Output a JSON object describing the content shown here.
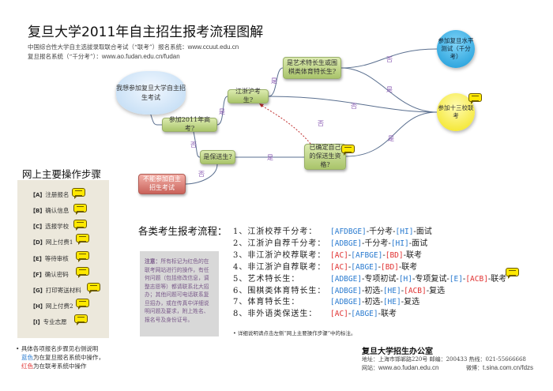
{
  "header": {
    "title": "复旦大学2011年自主招生报考流程图解",
    "line1_text": "中国综合性大学自主选拔录取联合考试（“联考”）报名系统：",
    "line1_url": "www.ccuut.edu.cn",
    "line2_text": "复旦报名系统（“千分考”）：",
    "line2_url": "www.ao.fudan.edu.cn/fudan"
  },
  "diagram": {
    "start": "我想参加复旦大学自主招生考试",
    "gaokao": "参加2011年高考?",
    "jzh": "江浙沪考生?",
    "art": "是艺术特长生或围棋类体育特长生?",
    "baosong": "是保送生?",
    "confirm": "已确定自己的保送生资格?",
    "cannot": "不能参加自主招生考试",
    "qianfen": "参加复旦水平测试（千分考）",
    "liankao": "参加十三校联考",
    "yes": "是",
    "no": "否"
  },
  "steps": {
    "title": "网上主要操作步骤",
    "items": [
      {
        "key": "【A】",
        "label": "注册报名"
      },
      {
        "key": "【B】",
        "label": "确认信息"
      },
      {
        "key": "【C】",
        "label": "选报学校"
      },
      {
        "key": "【D】",
        "label": "网上付费1"
      },
      {
        "key": "【E】",
        "label": "等待审核"
      },
      {
        "key": "【F】",
        "label": "确认密码"
      },
      {
        "key": "【G】",
        "label": "打印寄送材料"
      },
      {
        "key": "【H】",
        "label": "网上付费2"
      },
      {
        "key": "【I】",
        "label": "专业志愿"
      }
    ],
    "note1": "具体各项报名步骤见右侧说明",
    "note2_blue": "蓝色",
    "note2_rest": "为在复旦报名系统中操作，",
    "note3_red": "红色",
    "note3_rest": "为在联考系统中操作"
  },
  "flows": {
    "title": "各类考生报考流程：",
    "rows": [
      {
        "name": "1、江浙校荐千分考：",
        "parts": [
          [
            "b",
            "[AFDBGE]"
          ],
          [
            "t",
            "-千分考-"
          ],
          [
            "b",
            "[HI]"
          ],
          [
            "t",
            "-面试"
          ]
        ]
      },
      {
        "name": "2、江浙沪自荐千分考：",
        "parts": [
          [
            "b",
            "[ADBGE]"
          ],
          [
            "t",
            "-千分考-"
          ],
          [
            "b",
            "[HI]"
          ],
          [
            "t",
            "-面试"
          ]
        ]
      },
      {
        "name": "3、非江浙沪校荐联考：",
        "parts": [
          [
            "r",
            "[AC]"
          ],
          [
            "t",
            "-"
          ],
          [
            "b",
            "[AFBGE]"
          ],
          [
            "t",
            "-"
          ],
          [
            "r",
            "[BD]"
          ],
          [
            "t",
            "-联考"
          ]
        ]
      },
      {
        "name": "4、非江浙沪自荐联考：",
        "parts": [
          [
            "r",
            "[AC]"
          ],
          [
            "t",
            "-"
          ],
          [
            "b",
            "[ABGE]"
          ],
          [
            "t",
            "-"
          ],
          [
            "r",
            "[BD]"
          ],
          [
            "t",
            "-联考"
          ]
        ]
      },
      {
        "name": "5、艺术特长生：",
        "parts": [
          [
            "b",
            "[ADBGE]"
          ],
          [
            "t",
            "-专项初试-"
          ],
          [
            "b",
            "[H]"
          ],
          [
            "t",
            "-专项复试-"
          ],
          [
            "b",
            "[E]"
          ],
          [
            "t",
            "-"
          ],
          [
            "r",
            "[ACB]"
          ],
          [
            "t",
            "-联考"
          ]
        ]
      },
      {
        "name": "6、围棋类体育特长生：",
        "parts": [
          [
            "b",
            "[ADBGE]"
          ],
          [
            "t",
            "-初选-"
          ],
          [
            "b",
            "[HE]"
          ],
          [
            "t",
            "-"
          ],
          [
            "r",
            "[ACB]"
          ],
          [
            "t",
            "-复选"
          ]
        ]
      },
      {
        "name": "7、体育特长生：",
        "parts": [
          [
            "b",
            "[ADBGE]"
          ],
          [
            "t",
            "-初选-"
          ],
          [
            "b",
            "[HE]"
          ],
          [
            "t",
            "-复选"
          ]
        ]
      },
      {
        "name": "8、非外语类保送生：",
        "parts": [
          [
            "r",
            "[AC]"
          ],
          [
            "t",
            "-"
          ],
          [
            "b",
            "[ABGE]"
          ],
          [
            "t",
            "-联考"
          ]
        ]
      }
    ],
    "notice_label": "注意：",
    "notice": "所有标记为红色的在联考网站进行的操作，有任何问题（包括修改信息，调整志愿等）都请联系北大招办；其他问题可电话联系复旦招办，或在传真中详细说明问题及要求，附上姓名、报名号及身份证号。",
    "footnote": "详细说明请点击左侧“网上主要操作步骤”中的标注。"
  },
  "footer": {
    "office": "复旦大学招生办公室",
    "address": "地址：上海市邯郸路220号  邮编：200433  热线：021-55666668",
    "site_label": "网站：",
    "site": "www.ao.fudan.edu.cn",
    "weibo_label": "微博：",
    "weibo": "t.sina.com.cn/fdzs"
  },
  "colors": {
    "blue": "#2a7bd0",
    "red": "#e03030",
    "node": "#a9c46a"
  }
}
